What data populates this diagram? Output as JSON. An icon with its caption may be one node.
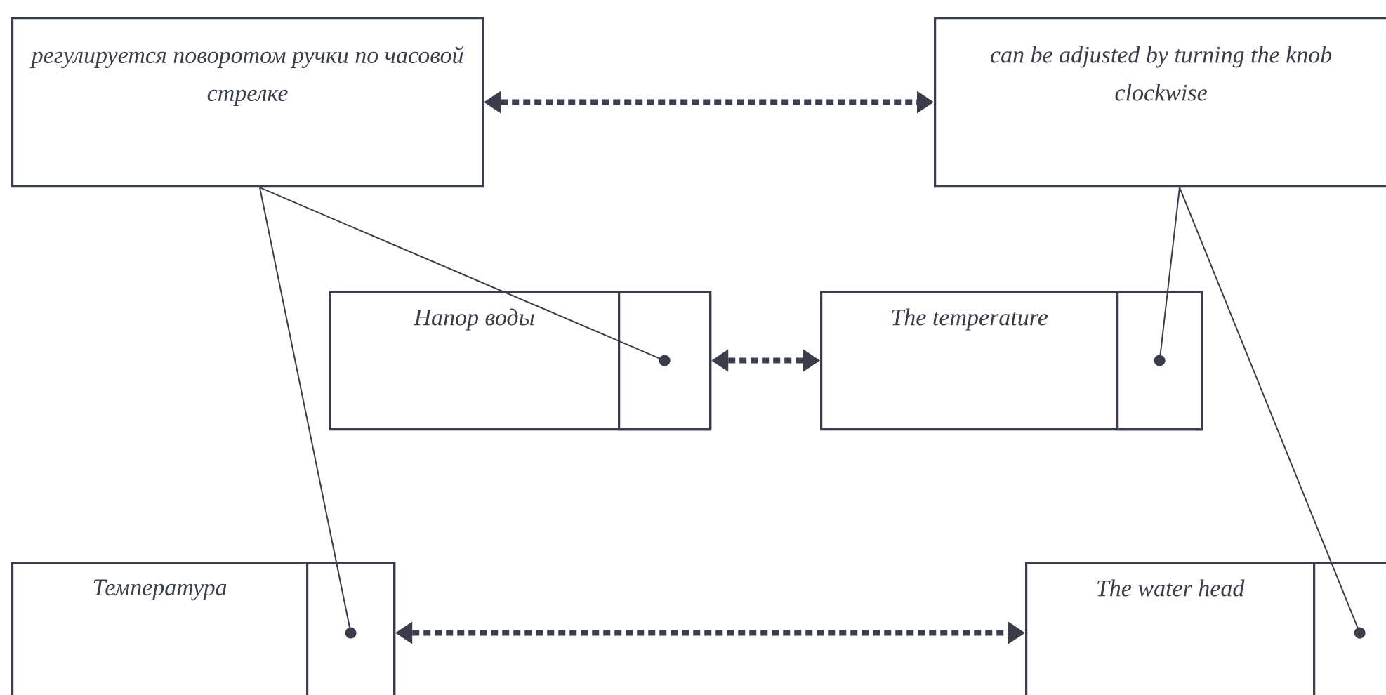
{
  "diagram": {
    "nodes": [
      {
        "text": [
          "регулируется поворотом ручки по часовой стрелке"
        ]
      },
      {
        "text": [
          "can be adjusted by turning the knob clockwise"
        ]
      },
      {
        "text": [
          "Напор воды"
        ]
      },
      {
        "text": [],
        "shape": "box",
        "in": 2
      },
      {
        "text": [
          "The temperature"
        ]
      },
      {
        "text": [],
        "shape": "box",
        "in": 4
      },
      {
        "text": [
          "Температура"
        ]
      },
      {
        "text": [],
        "shape": "box",
        "in": 6
      },
      {
        "text": [
          "The water head"
        ]
      },
      {
        "text": [],
        "shape": "box",
        "in": 8
      }
    ],
    "edges": [
      {
        "from": 0,
        "to": 1,
        "arrow": "both",
        "style": "dashed"
      },
      {
        "from": 2,
        "to": 4,
        "arrow": "both",
        "style": "dashed"
      },
      {
        "from": 6,
        "to": 8,
        "arrow": "both",
        "style": "dashed"
      },
      {
        "from": 0,
        "to": 3,
        "arrow": "other"
      },
      {
        "from": 0,
        "to": 7,
        "arrow": "other"
      },
      {
        "from": 1,
        "to": 5,
        "arrow": "other"
      },
      {
        "from": 1,
        "to": 9,
        "arrow": "other"
      }
    ]
  }
}
